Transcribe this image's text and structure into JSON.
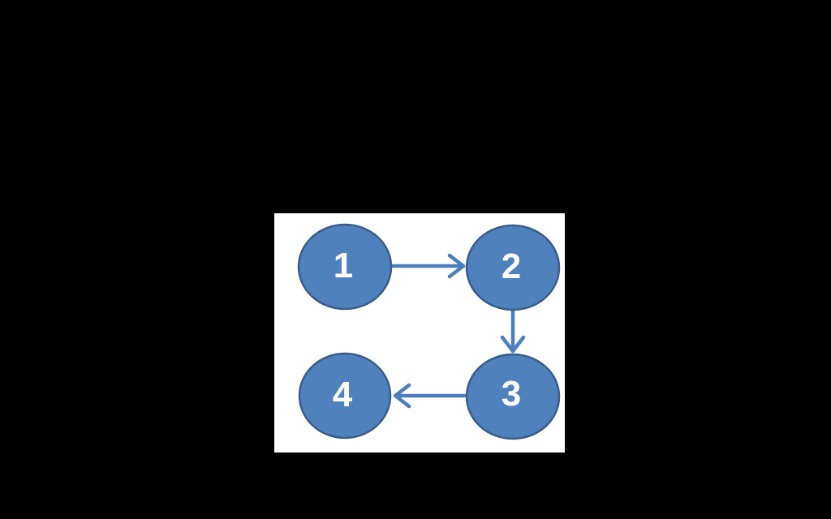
{
  "canvas": {
    "background": "#000000"
  },
  "panel": {
    "background": "#ffffff"
  },
  "diagram": {
    "type": "flowchart-cycle-steps",
    "nodes": [
      {
        "id": "1",
        "label": "1"
      },
      {
        "id": "2",
        "label": "2"
      },
      {
        "id": "3",
        "label": "3"
      },
      {
        "id": "4",
        "label": "4"
      }
    ],
    "edges": [
      {
        "from": "1",
        "to": "2",
        "direction": "right"
      },
      {
        "from": "2",
        "to": "3",
        "direction": "down"
      },
      {
        "from": "3",
        "to": "4",
        "direction": "left"
      }
    ],
    "colors": {
      "node_fill": "#4f81bd",
      "node_border": "#385d8a",
      "node_text": "#ffffff",
      "arrow": "#4a7ebc"
    }
  }
}
